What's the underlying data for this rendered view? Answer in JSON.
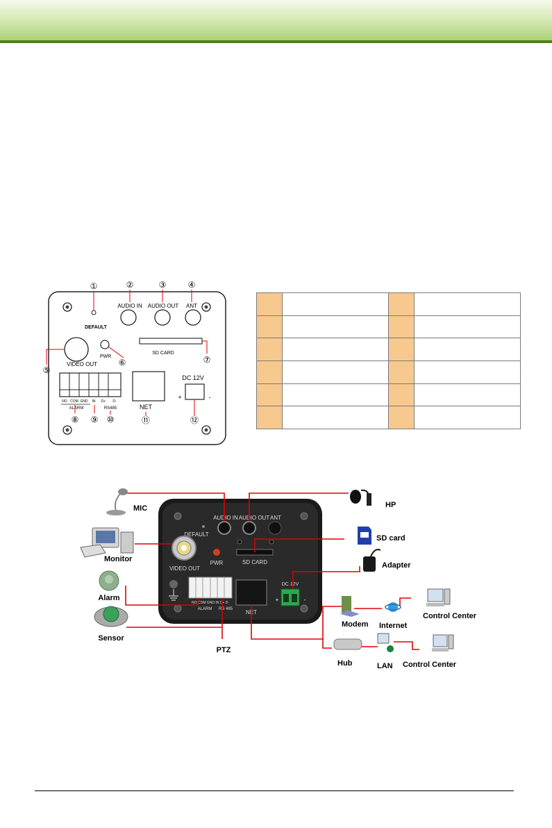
{
  "colors": {
    "header_start": "#f4f9ea",
    "header_end": "#a9cf73",
    "header_rule": "#4f7d21",
    "table_number_cell": "#f7c98f",
    "connector": "#e00000"
  },
  "panel_diagram": {
    "callouts": [
      "①",
      "②",
      "③",
      "④",
      "⑤",
      "⑥",
      "⑦",
      "⑧",
      "⑨",
      "⑩",
      "⑪",
      "⑫"
    ],
    "labels": {
      "default": "DEFAULT",
      "audio_in": "AUDIO IN",
      "audio_out": "AUDIO OUT",
      "ant": "ANT",
      "video_out": "VIDEO OUT",
      "pwr": "PWR",
      "sd_card": "SD CARD",
      "net": "NET",
      "dc": "DC 12V",
      "plus": "+",
      "minus": "-",
      "no": "NO",
      "com": "COM",
      "gnd": "GND",
      "in": "IN",
      "d_plus": "D+",
      "d_minus": "D-",
      "alarm": "ALARM",
      "rs485": "RS485"
    }
  },
  "legend_table": {
    "rows": 6,
    "columns": 4
  },
  "connection_diagram": {
    "panel_labels": {
      "audio_in": "AUDIO IN",
      "audio_out": "AUDIO OUT",
      "ant": "ANT",
      "default": "DEFAULT",
      "video_out": "VIDEO OUT",
      "pwr": "PWR",
      "sd_card": "SD CARD",
      "dc": "DC 12V",
      "net": "NET",
      "alarm": "ALARM",
      "rs485": "RS 485",
      "terminals": "NO COM GND IN D+ D-",
      "plus": "+",
      "minus": "-"
    },
    "devices": {
      "mic": "MIC",
      "hp": "HP",
      "monitor": "Monitor",
      "sd_card": "SD card",
      "adapter": "Adapter",
      "alarm": "Alarm",
      "sensor": "Sensor",
      "ptz": "PTZ",
      "modem": "Modem",
      "internet": "Internet",
      "control_center_1": "Control Center",
      "hub": "Hub",
      "lan": "LAN",
      "control_center_2": "Control Center"
    }
  }
}
